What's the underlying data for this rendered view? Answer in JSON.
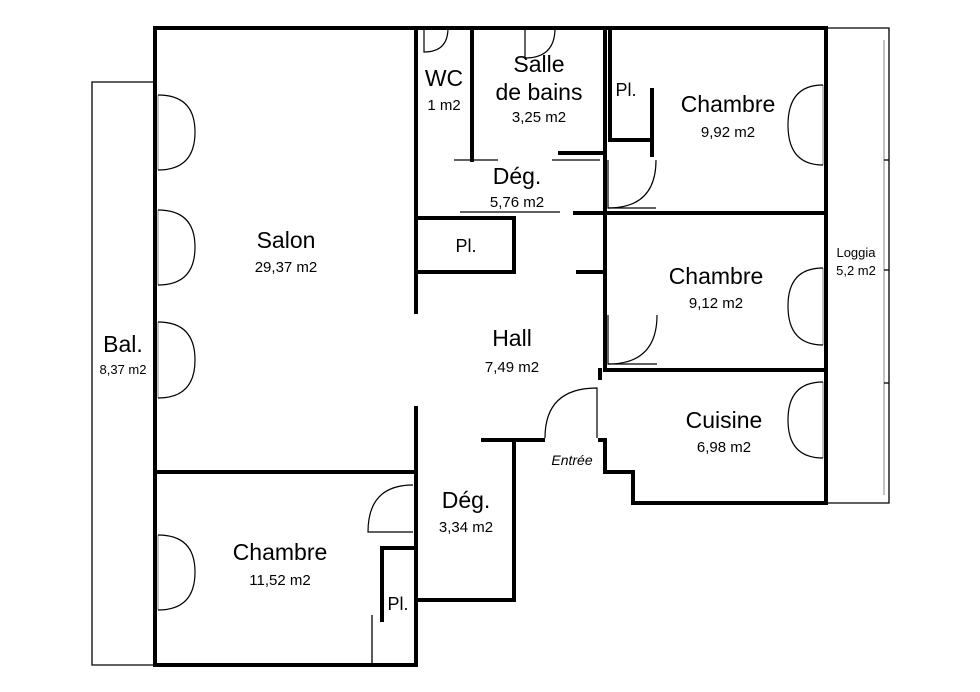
{
  "plan": {
    "rooms": [
      {
        "id": "salon",
        "name": "Salon",
        "area": "29,37 m2"
      },
      {
        "id": "wc",
        "name": "WC",
        "area": "1 m2"
      },
      {
        "id": "sdb",
        "name_lines": [
          "Salle",
          "de bains"
        ],
        "area": "3,25 m2"
      },
      {
        "id": "chambre1",
        "name": "Chambre",
        "area": "9,92 m2"
      },
      {
        "id": "deg1",
        "name": "Dég.",
        "area": "5,76 m2"
      },
      {
        "id": "chambre2",
        "name": "Chambre",
        "area": "9,12 m2"
      },
      {
        "id": "hall",
        "name": "Hall",
        "area": "7,49 m2"
      },
      {
        "id": "cuisine",
        "name": "Cuisine",
        "area": "6,98 m2"
      },
      {
        "id": "balcon",
        "name": "Bal.",
        "area": "8,37 m2"
      },
      {
        "id": "loggia",
        "name": "Loggia",
        "area": "5,2 m2"
      },
      {
        "id": "deg2",
        "name": "Dég.",
        "area": "3,34 m2"
      },
      {
        "id": "chambre3",
        "name": "Chambre",
        "area": "11,52 m2"
      }
    ],
    "closets": [
      "Pl.",
      "Pl.",
      "Pl."
    ],
    "entrance_label": "Entrée"
  }
}
